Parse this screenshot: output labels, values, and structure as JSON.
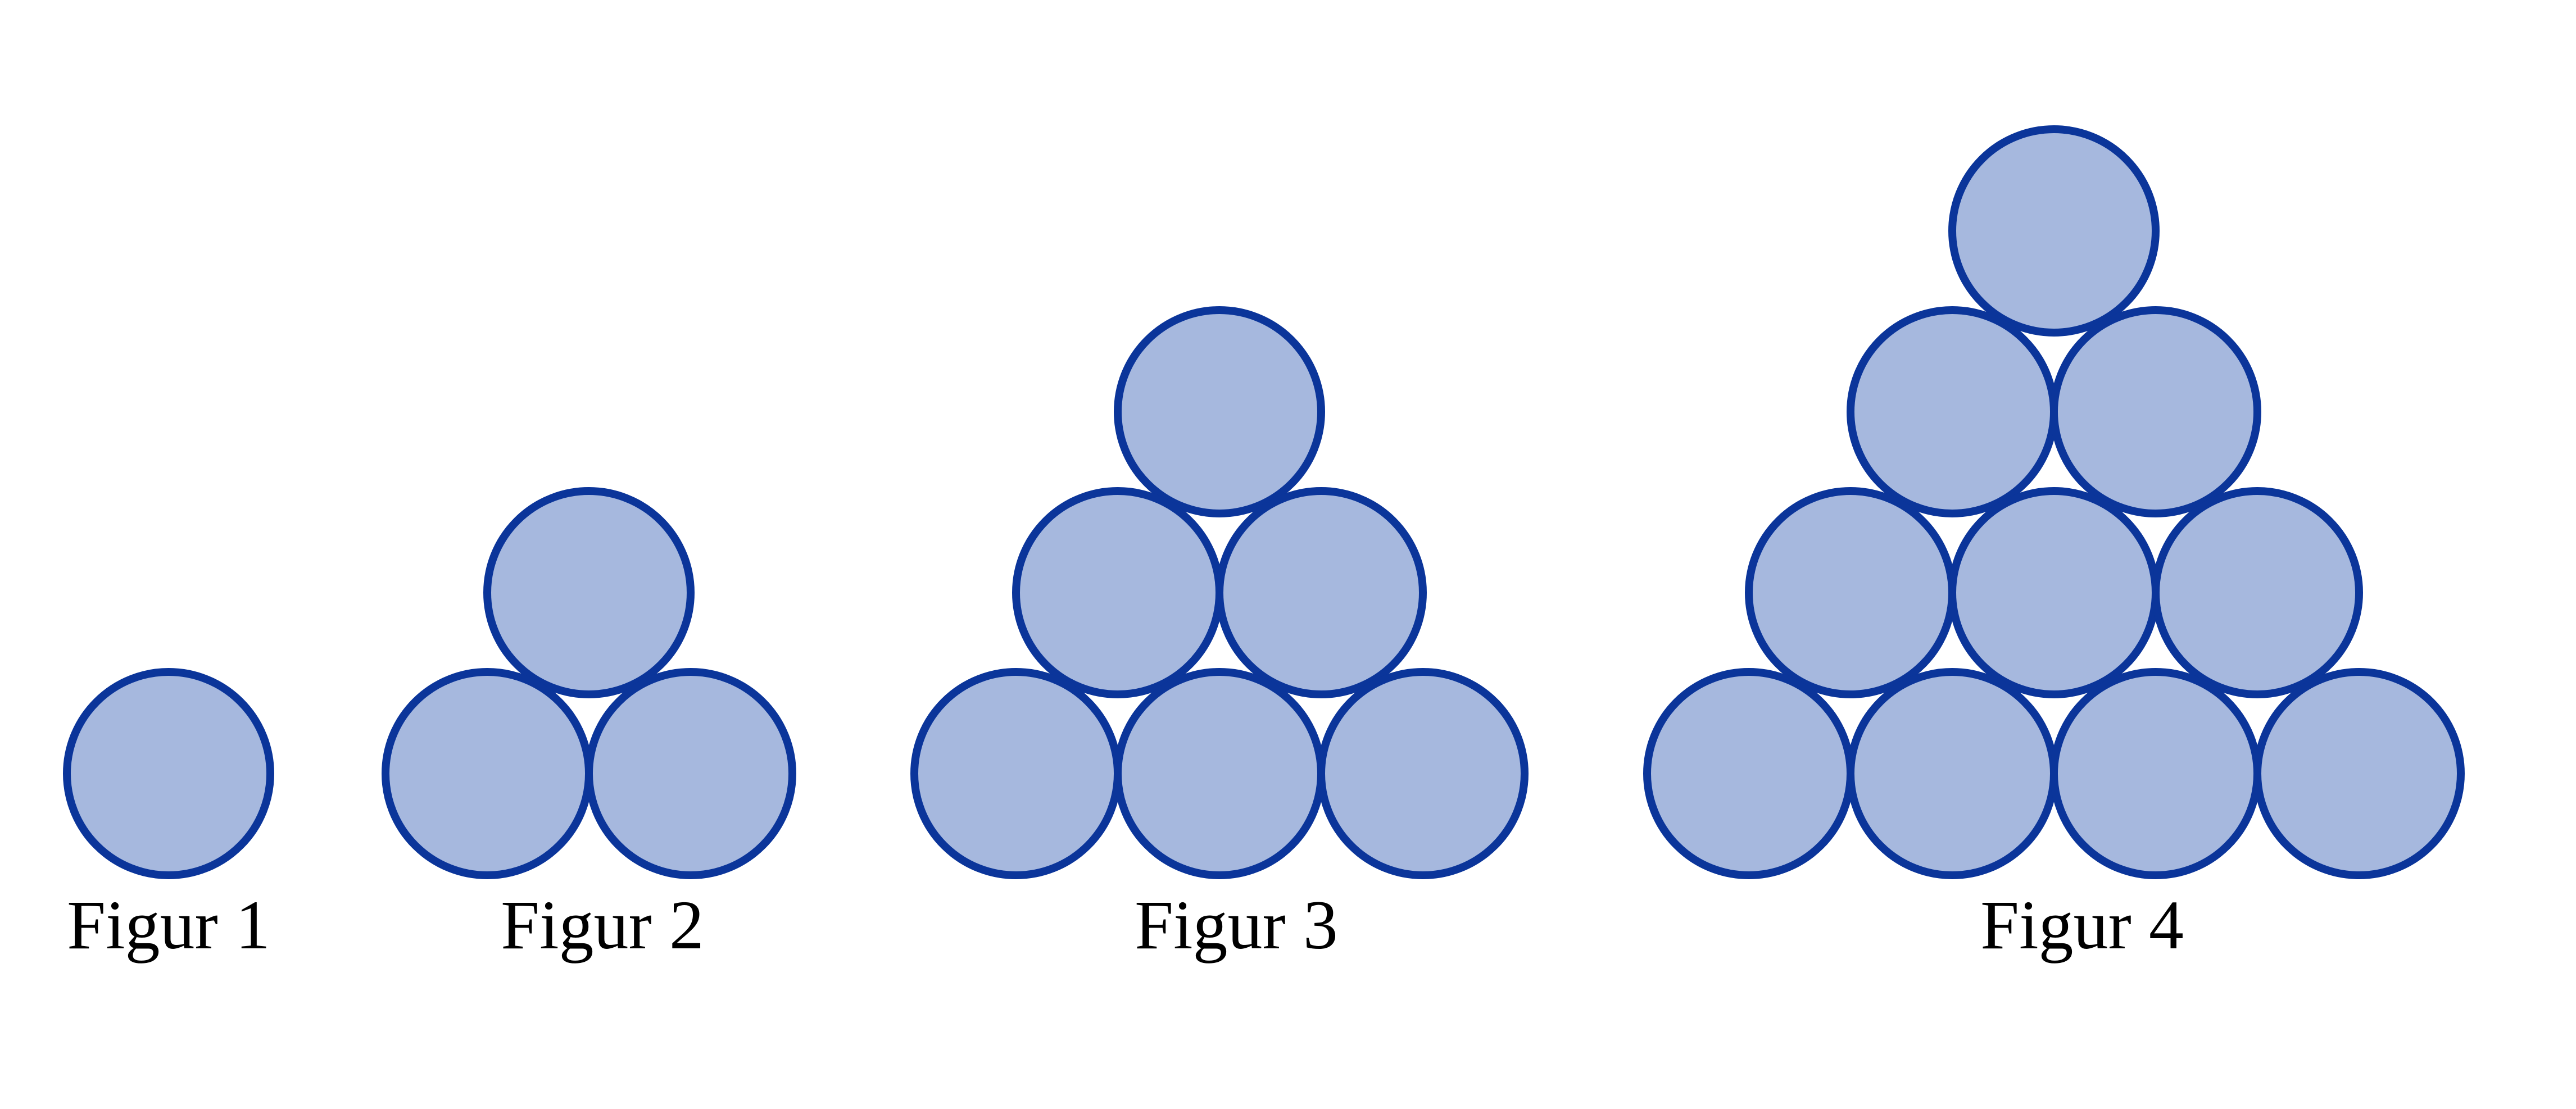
{
  "style": {
    "circle_fill": "#A6B8DE",
    "circle_stroke": "#0B359A",
    "background": "#FFFFFF"
  },
  "figures": [
    {
      "label": "Figur 1",
      "rows": 1,
      "circle_count": 1
    },
    {
      "label": "Figur 2",
      "rows": 2,
      "circle_count": 3
    },
    {
      "label": "Figur 3",
      "rows": 3,
      "circle_count": 6
    },
    {
      "label": "Figur 4",
      "rows": 4,
      "circle_count": 10
    }
  ]
}
